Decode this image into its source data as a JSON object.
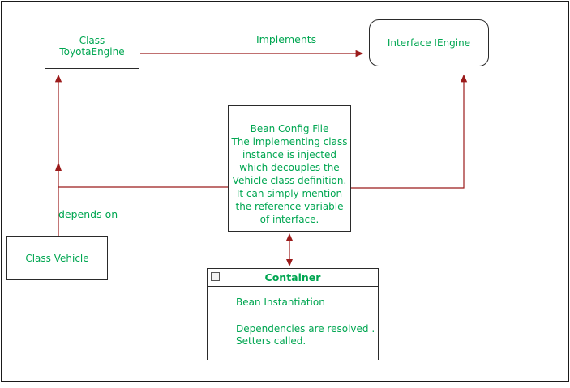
{
  "diagram": {
    "toyota": {
      "label": "Class ToyotaEngine"
    },
    "iengine": {
      "label": "Interface IEngine"
    },
    "implements_label": "Implements",
    "depends_label": "depends on",
    "bean_config": {
      "lines": [
        "Bean Config File",
        "The implementing class",
        "instance is injected",
        "which decouples the",
        "Vehicle class definition.",
        "It can simply mention",
        "the  reference variable",
        "of interface."
      ]
    },
    "vehicle": {
      "label": "Class Vehicle"
    },
    "container": {
      "title": "Container",
      "body_lines": [
        "Bean Instantiation",
        "Dependencies are resolved .",
        "Setters called."
      ]
    },
    "colors": {
      "text_green": "#00a651",
      "arrow_red": "#9b1b1b",
      "box_border": "#2a2a2a"
    }
  }
}
